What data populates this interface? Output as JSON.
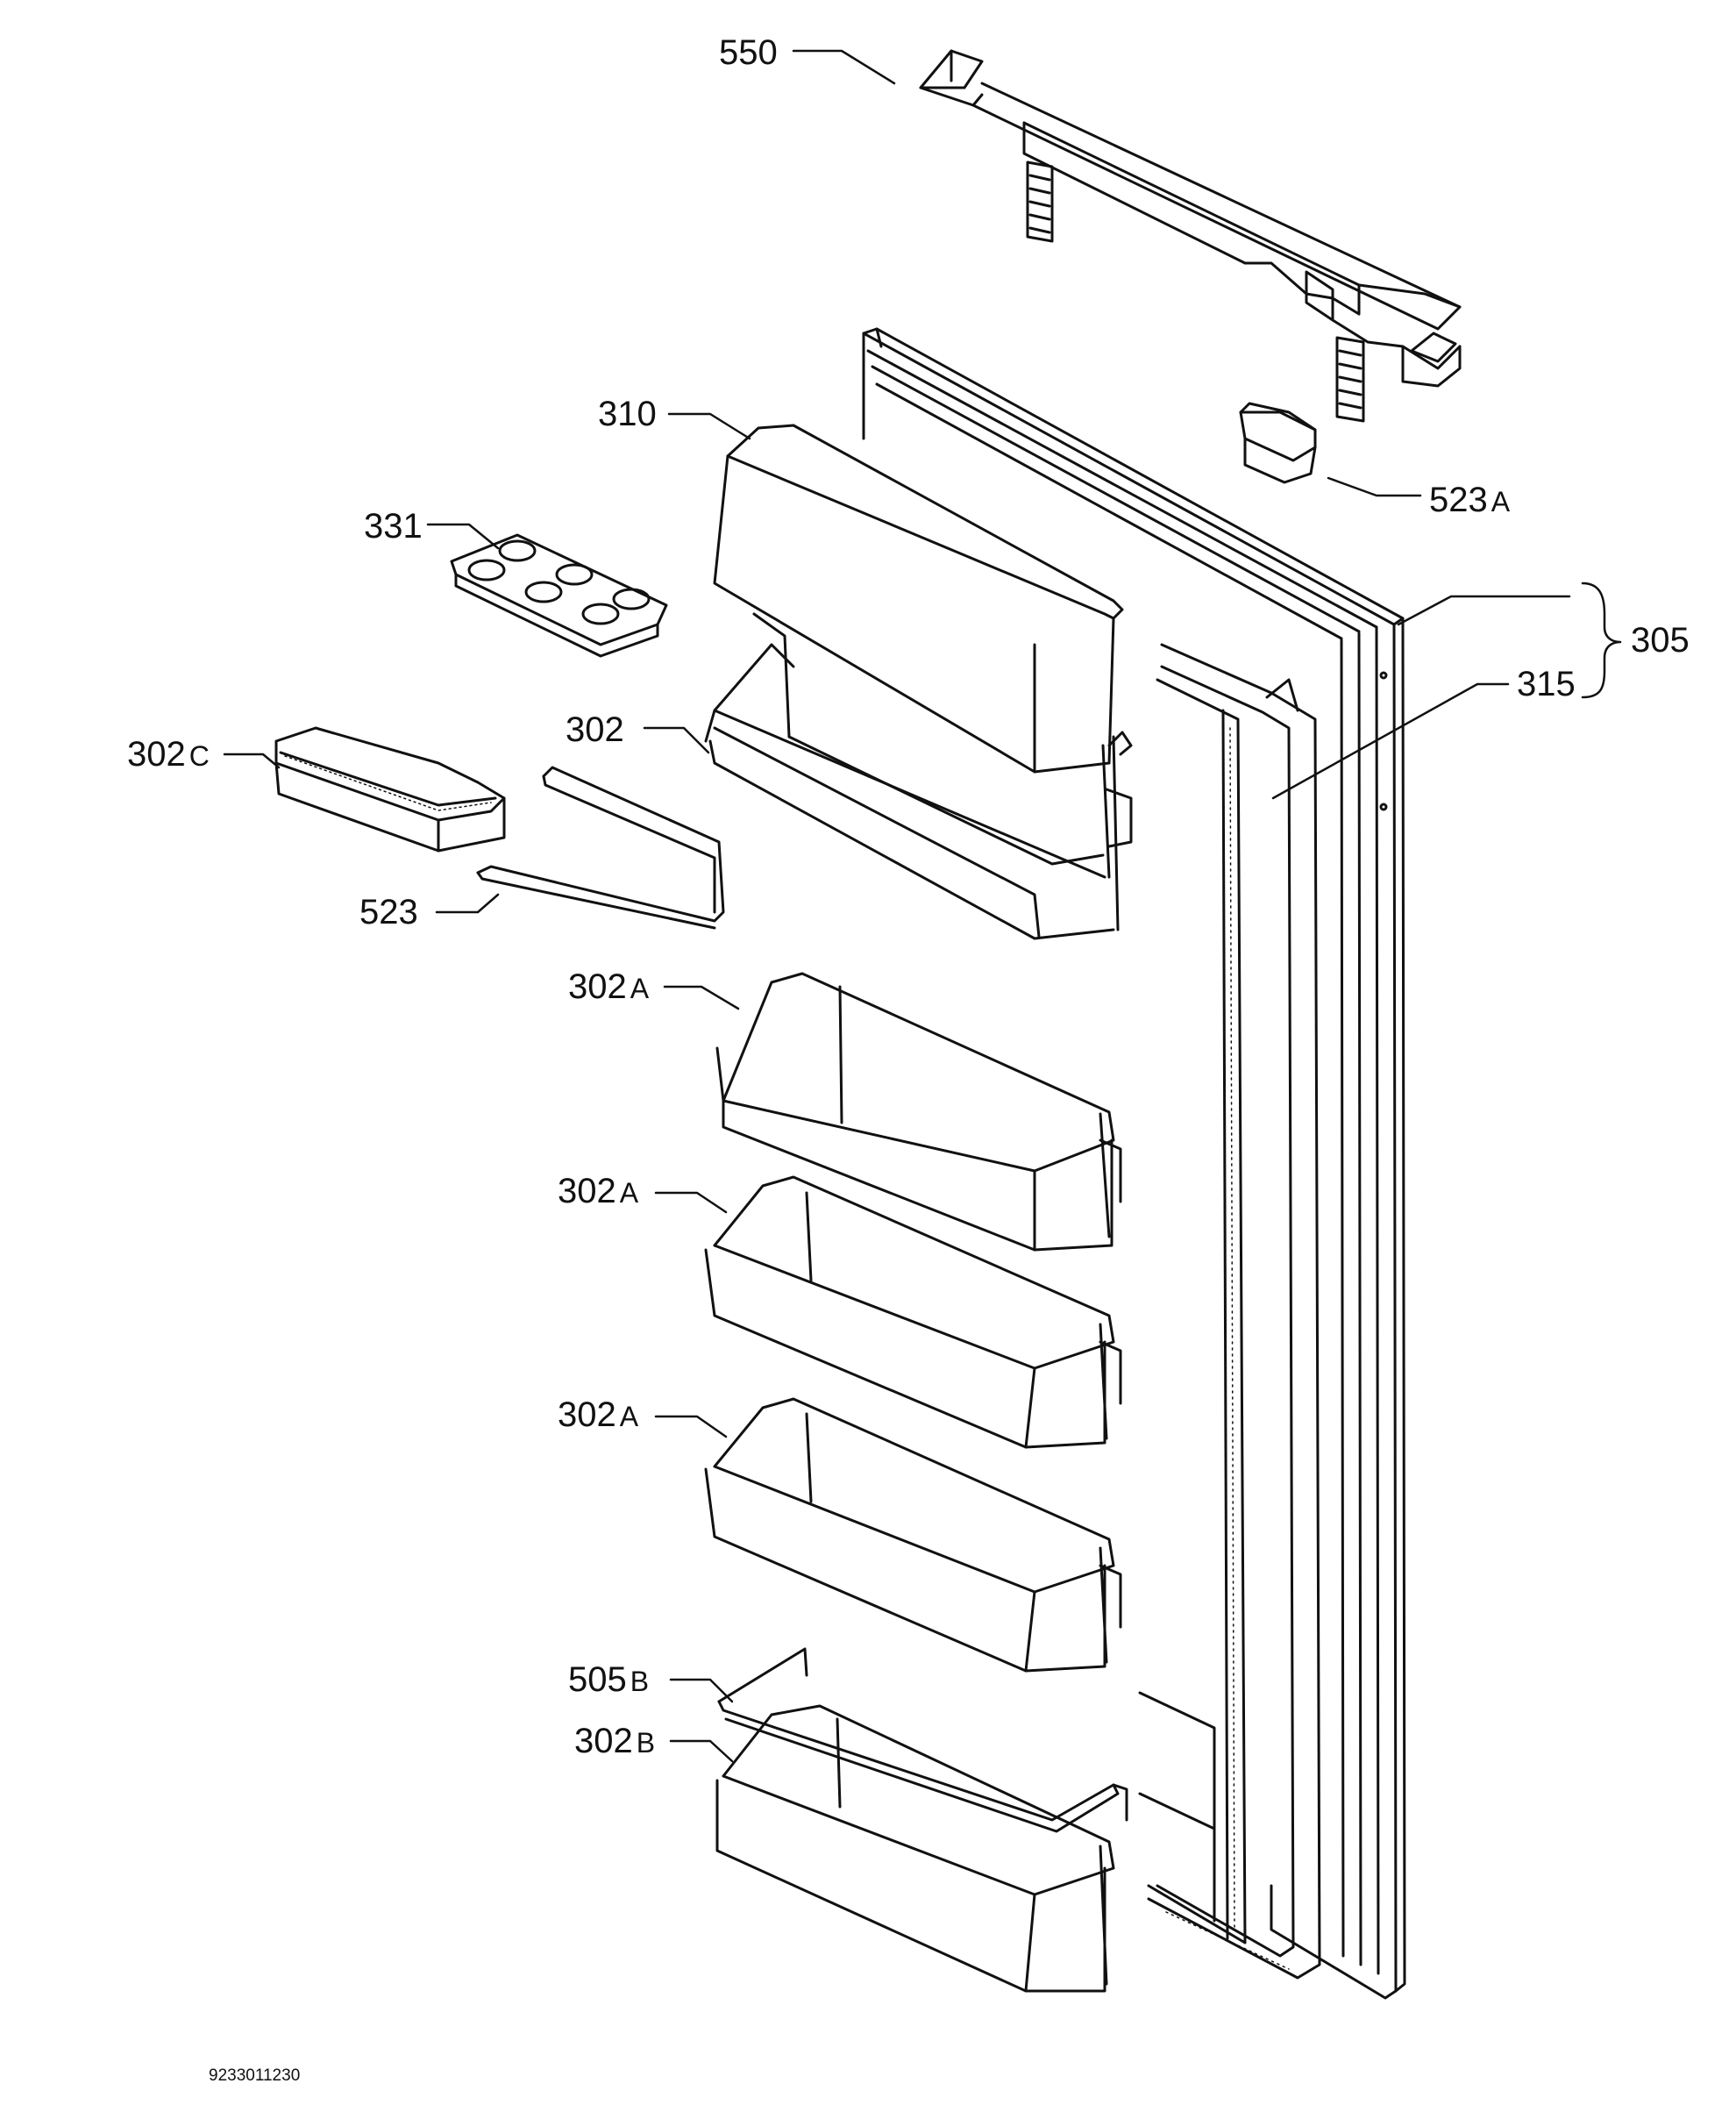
{
  "labels": {
    "l550": {
      "num": "550",
      "suffix": ""
    },
    "l310": {
      "num": "310",
      "suffix": ""
    },
    "l523a": {
      "num": "523",
      "suffix": "A"
    },
    "l331": {
      "num": "331",
      "suffix": ""
    },
    "l305": {
      "num": "305",
      "suffix": ""
    },
    "l315": {
      "num": "315",
      "suffix": ""
    },
    "l302": {
      "num": "302",
      "suffix": ""
    },
    "l302c": {
      "num": "302",
      "suffix": "C"
    },
    "l523": {
      "num": "523",
      "suffix": ""
    },
    "l302a1": {
      "num": "302",
      "suffix": "A"
    },
    "l302a2": {
      "num": "302",
      "suffix": "A"
    },
    "l302a3": {
      "num": "302",
      "suffix": "A"
    },
    "l505b": {
      "num": "505",
      "suffix": "B"
    },
    "l302b": {
      "num": "302",
      "suffix": "B"
    }
  },
  "document_number": "9233011230",
  "colors": {
    "line": "#111111",
    "background": "#ffffff"
  }
}
